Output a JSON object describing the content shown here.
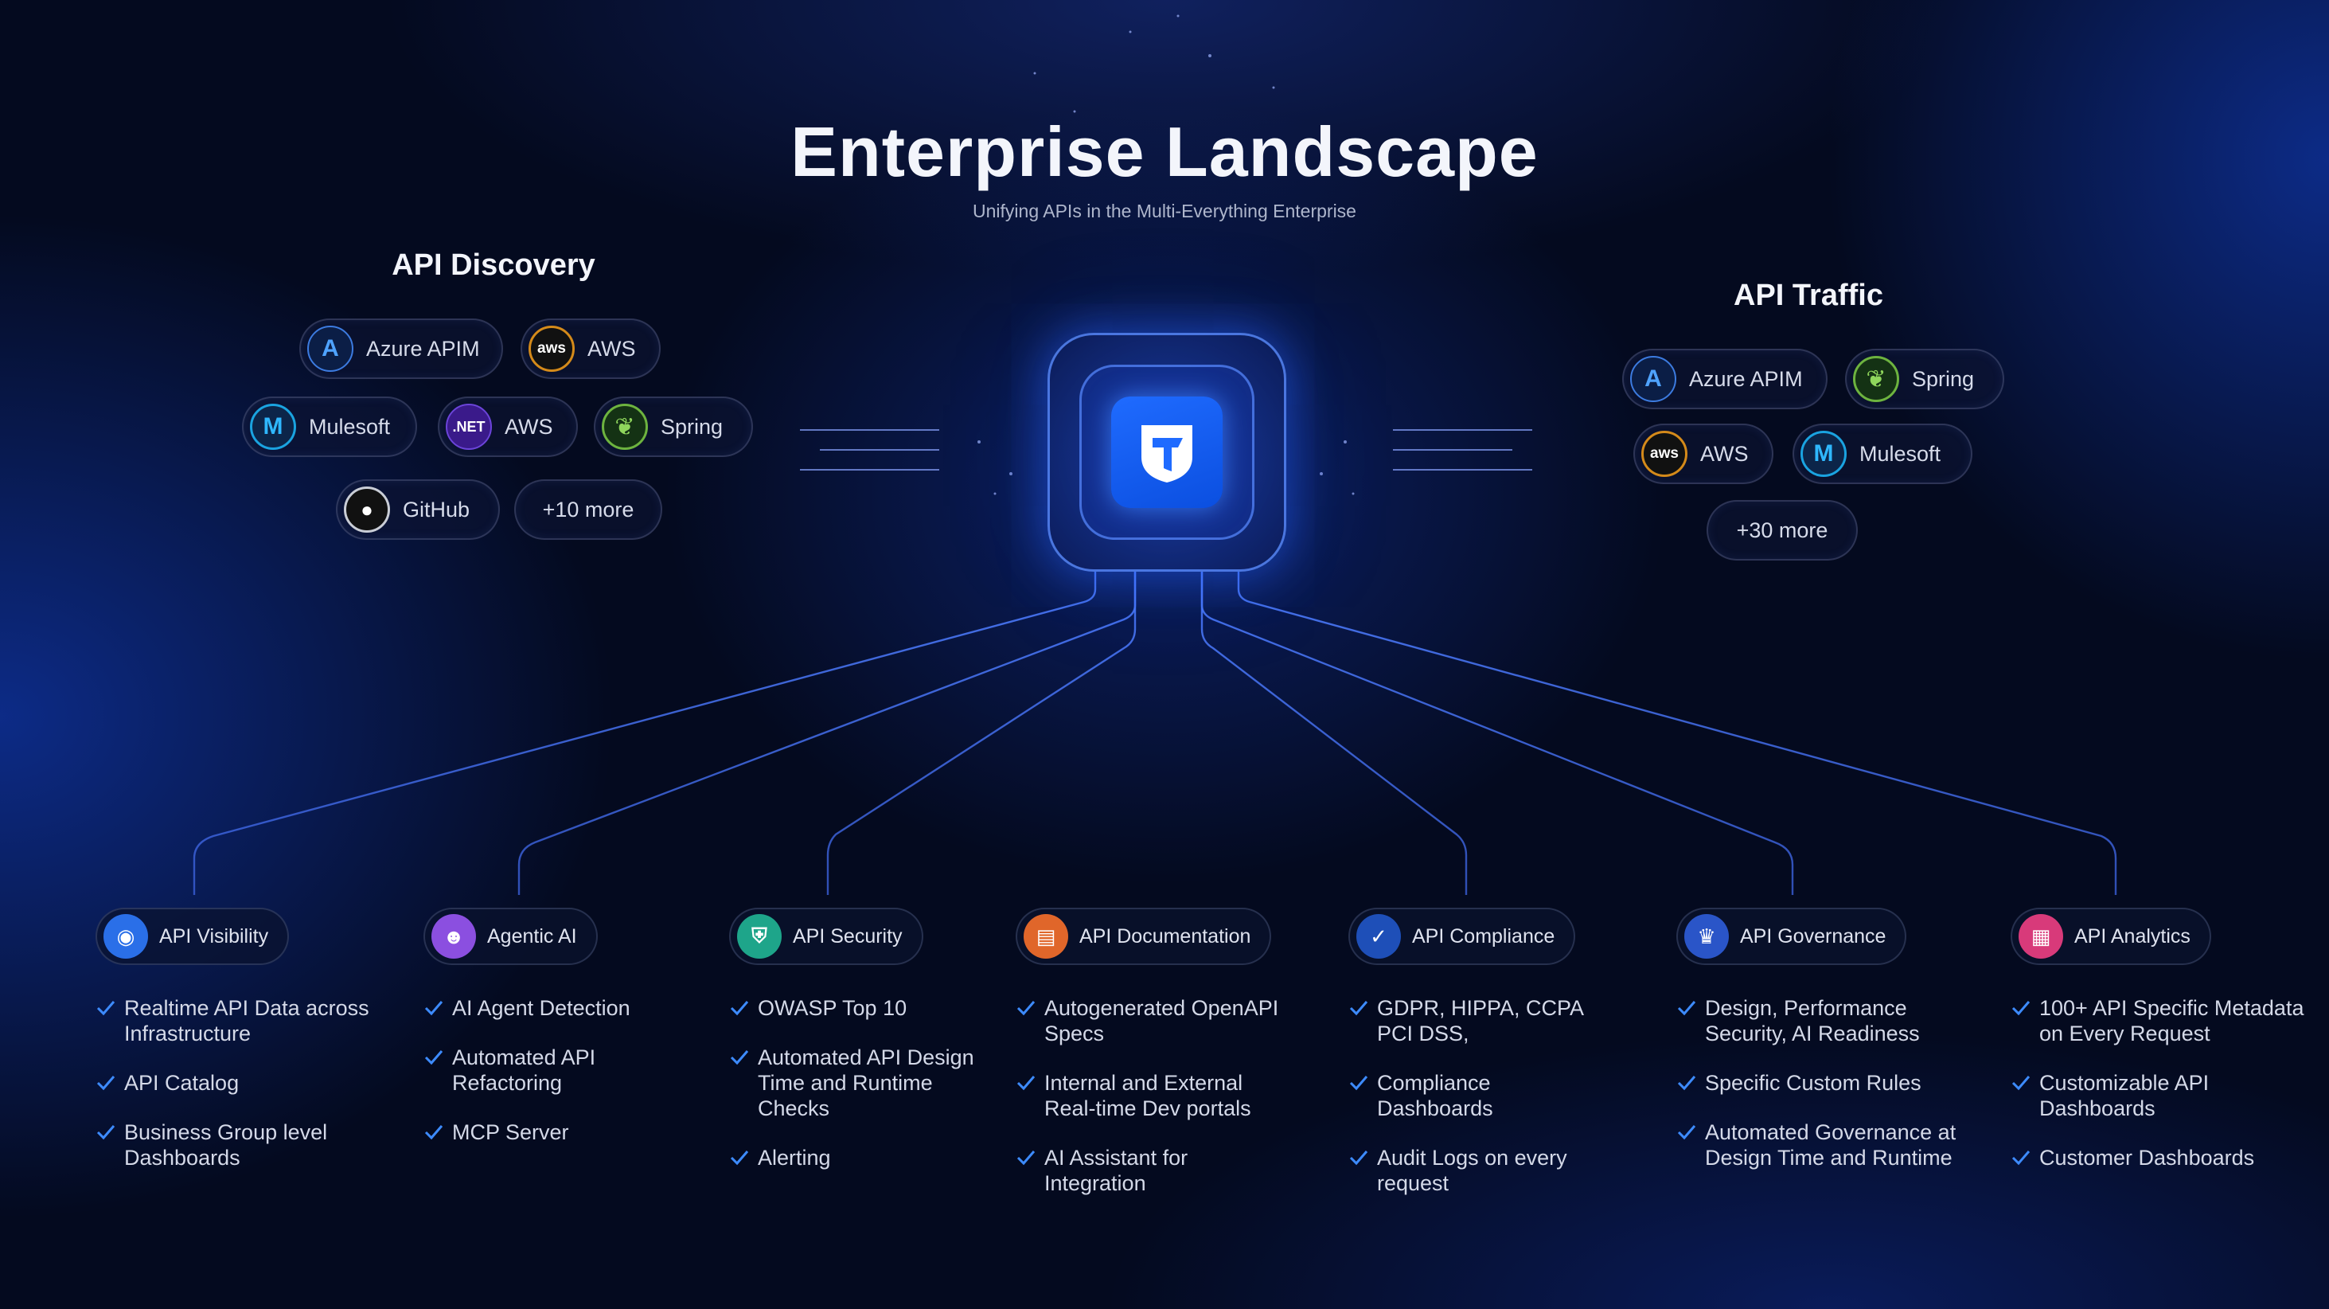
{
  "header": {
    "title": "Enterprise Landscape",
    "subtitle": "Unifying APIs in the Multi-Everything Enterprise"
  },
  "discovery": {
    "title": "API Discovery",
    "items": [
      {
        "label": "Azure APIM",
        "icon": "azure-icon",
        "logo_text": "A"
      },
      {
        "label": "AWS",
        "icon": "aws-icon",
        "logo_text": "aws"
      },
      {
        "label": "Mulesoft",
        "icon": "mulesoft-icon",
        "logo_text": "M"
      },
      {
        "label": "AWS",
        "icon": "dotnet-icon",
        "logo_text": ".NET"
      },
      {
        "label": "Spring",
        "icon": "spring-icon",
        "logo_text": "❦"
      },
      {
        "label": "GitHub",
        "icon": "github-icon",
        "logo_text": "●"
      },
      {
        "label": "+10 more"
      }
    ]
  },
  "traffic": {
    "title": "API Traffic",
    "items": [
      {
        "label": "Azure APIM",
        "icon": "azure-icon",
        "logo_text": "A"
      },
      {
        "label": "Spring",
        "icon": "spring-icon",
        "logo_text": "❦"
      },
      {
        "label": "AWS",
        "icon": "aws-icon",
        "logo_text": "aws"
      },
      {
        "label": "Mulesoft",
        "icon": "mulesoft-icon",
        "logo_text": "M"
      },
      {
        "label": "+30 more"
      }
    ]
  },
  "features": [
    {
      "label": "API Visibility",
      "icon": "visibility-icon",
      "color": "#2a6fe8",
      "items": [
        "Realtime API Data across Infrastructure",
        "API Catalog",
        "Business Group level Dashboards"
      ]
    },
    {
      "label": "Agentic AI",
      "icon": "robot-icon",
      "color": "#8b4fe0",
      "items": [
        "AI Agent Detection",
        "Automated API Refactoring",
        "MCP Server"
      ]
    },
    {
      "label": "API Security",
      "icon": "shield-icon",
      "color": "#1ea58a",
      "items": [
        "OWASP Top 10",
        "Automated API Design Time and Runtime Checks",
        "Alerting"
      ]
    },
    {
      "label": "API Documentation",
      "icon": "document-icon",
      "color": "#e0662a",
      "items": [
        "Autogenerated OpenAPI Specs",
        "Internal and External Real-time Dev portals",
        "AI Assistant for Integration"
      ]
    },
    {
      "label": "API Compliance",
      "icon": "compliance-icon",
      "color": "#1e4fb8",
      "items": [
        "GDPR, HIPPA, CCPA PCI DSS,",
        "Compliance Dashboards",
        "Audit Logs on every request"
      ]
    },
    {
      "label": "API Governance",
      "icon": "governance-icon",
      "color": "#2a55c8",
      "items": [
        "Design, Performance Security, AI Readiness",
        "Specific Custom Rules",
        "Automated Governance at Design Time and Runtime"
      ]
    },
    {
      "label": "API Analytics",
      "icon": "analytics-icon",
      "color": "#d83a7a",
      "items": [
        "100+ API Specific Metadata on Every Request",
        "Customizable API Dashboards",
        "Customer Dashboards"
      ]
    }
  ],
  "colors": {
    "accent": "#1f6bff",
    "check": "#3d8bff",
    "background": "#040a1f"
  }
}
